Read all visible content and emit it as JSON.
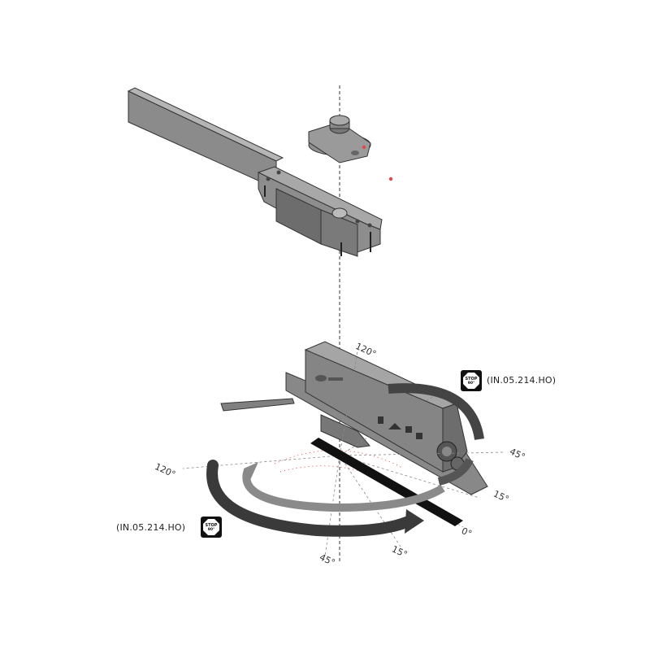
{
  "reference_top": "(IN.05.214.HO)",
  "reference_left": "(IN.05.214.HO)",
  "stop_badge": {
    "line1": "STOP",
    "line2": "90°"
  },
  "angles": {
    "a120_top": "120°",
    "a120_left": "120°",
    "a45_right": "45°",
    "a15_right": "15°",
    "a0_right": "0°",
    "a15_bottom": "15°",
    "a45_bottom": "45°"
  },
  "colors": {
    "part_body": "#7a7a7a",
    "part_dark": "#4a4a4a",
    "arrow_dark": "#3a3a3a",
    "arrow_light": "#8a8a8a",
    "accent_red": "#e2474f"
  }
}
